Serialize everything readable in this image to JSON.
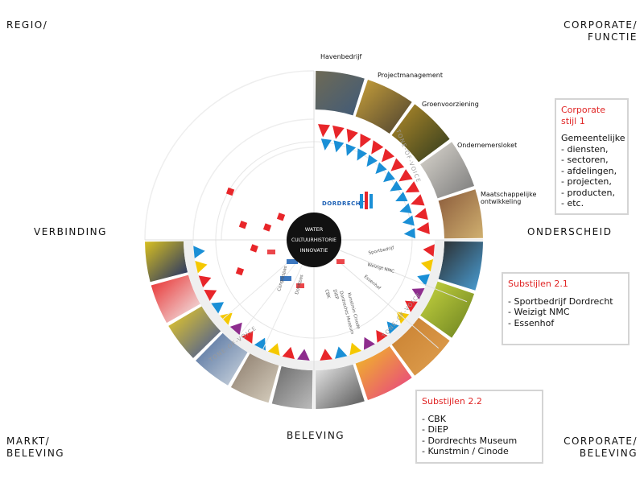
{
  "corners": {
    "top_left": [
      "REGIO/"
    ],
    "top_right": [
      "CORPORATE/",
      "FUNCTIE"
    ],
    "bottom_left": [
      "MARKT/",
      "BELEVING"
    ],
    "bottom_right": [
      "CORPORATE/",
      "BELEVING"
    ]
  },
  "axes": {
    "left": "VERBINDING",
    "right": "ONDERSCHEID",
    "bottom": "BELEVING"
  },
  "center": {
    "line1": "WATER",
    "line2": "CULTUURHISTORIE",
    "line3": "INNOVATIE"
  },
  "ring_label": "TONE-OF-VOICE",
  "brand": "DORDRECHT",
  "categories": [
    "Havenbedrijf",
    "Projectmanagement",
    "Groenvoorziening",
    "Ondernemersloket",
    "Maatschappelijke",
    "ontwikkeling"
  ],
  "boxes": {
    "corporate": {
      "title": "Corporate stijl 1",
      "lines": [
        "Gemeentelijke",
        "- diensten,",
        "- sectoren,",
        "- afdelingen,",
        "- projecten,",
        "- producten,",
        "- etc."
      ]
    },
    "sub21": {
      "title": "Substijlen 2.1",
      "lines": [
        "- Sportbedrijf Dordrecht",
        "- Weizigt NMC",
        "- Essenhof"
      ]
    },
    "sub22": {
      "title": "Substijlen 2.2",
      "lines": [
        "- CBK",
        "- DiEP",
        "- Dordrechts Museum",
        "- Kunstmin / Cinode"
      ]
    }
  },
  "inner_labels": [
    "Sportbedrijf",
    "Weizigt NMC",
    "Essenhof",
    "CBK",
    "DiEP",
    "Dordrechts Museum",
    "Kunstmin Cinode",
    "Congrespas",
    "Dordtpas"
  ],
  "colors": {
    "red": "#e8262a",
    "blue": "#1a8fd6",
    "yellow": "#f5c800",
    "purple": "#8e2d8e",
    "dark": "#111111",
    "box_title": "#e02424"
  }
}
